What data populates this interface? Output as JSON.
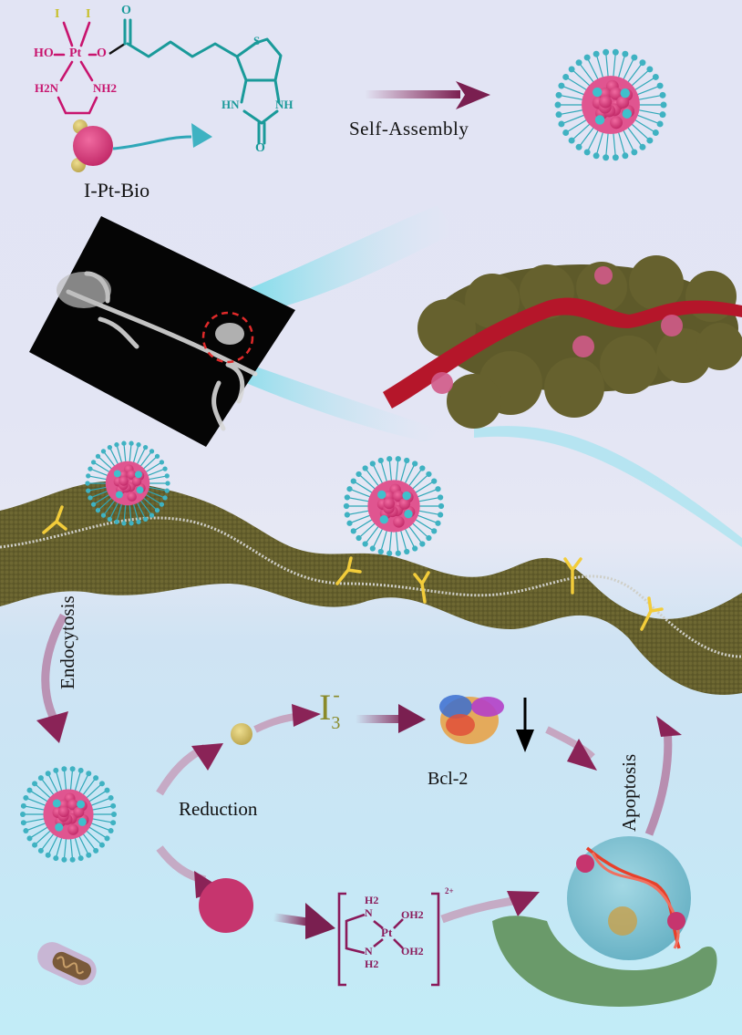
{
  "figure": {
    "compound_name": "I-Pt-Bio",
    "steps": {
      "self_assembly": "Self-Assembly",
      "endocytosis": "Endocytosis",
      "reduction": "Reduction",
      "apoptosis": "Apoptosis"
    },
    "species": {
      "triiodide": "I",
      "triiodide_sub": "3",
      "triiodide_sup": "-",
      "protein": "Bcl-2",
      "pt_charge": "2+"
    },
    "prodrug_atoms": {
      "iodine_1": "I",
      "iodine_2": "I",
      "hydroxo": "HO",
      "platinum": "Pt",
      "ester_oxygen": "O",
      "amine_left": "H2N",
      "amine_right": "NH2",
      "carbonyl_oxygen": "O",
      "sulfur": "S",
      "nh_left": "HN",
      "nh_right": "NH",
      "urea_oxygen": "O"
    },
    "aqua_complex_atoms": {
      "n_top_h": "H2",
      "n_top": "N",
      "n_bottom": "N",
      "n_bottom_h": "H2",
      "platinum": "Pt",
      "aqua_top": "OH2",
      "aqua_bottom": "OH2"
    },
    "colors": {
      "pt_magenta": "#c8146e",
      "biotin_teal": "#1a9a9a",
      "arrow_plum": "#8a2357",
      "iodine_olive": "#8a8a2a",
      "tissue_olive": "#5e5a2a",
      "vessel_red": "#b5162a",
      "ligand_yellow": "#f2cc3a",
      "nuclear_blue": "#7fc6d6",
      "er_green": "#6a9a6a"
    }
  }
}
